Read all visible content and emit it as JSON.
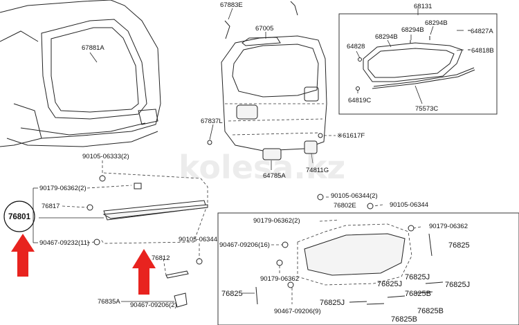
{
  "labels": {
    "weatherstrip_top": "67883E",
    "door_panel": "67005",
    "glass_box_header": "68131",
    "seal_opening": "67881A",
    "clip_64828": "64828",
    "clip_68294b_1": "68294B",
    "clip_68294b_2": "68294B",
    "clip_68294b_3": "68294B",
    "bolt_64827a": "64827A",
    "bolt_64818b": "64818B",
    "clip_64819c": "64819C",
    "molding_75573c": "75573C",
    "stopper_67837l": "67837L",
    "switch_61617f": "※61617F",
    "lamp_64785a": "64785A",
    "lamp_74811g": "74811G",
    "screw_90105_06333": "90105-06333(2)",
    "clip_90179_06362_a": "90179-06362(2)",
    "garnish_76801": "76801",
    "nut_76817": "76817",
    "clip_90467_09232": "90467-09232(11)",
    "screw_90105_06344_a": "90105-06344",
    "plate_76812": "76812",
    "bracket_76835a": "76835A",
    "clip_90467_09206_a": "90467-09206(2)",
    "screw_90105_06344_b": "90105-06344(2)",
    "garnish_76802e": "76802E",
    "screw_90105_06344_c": "90105-06344",
    "clip_90179_06362_b": "90179-06362(2)",
    "clip_90179_06362_c": "90179-06362",
    "clip_90467_09206_b": "90467-09206(16)",
    "clip_90179_06362_d": "90179-06362",
    "clip_90467_09206_c": "90467-09206(9)",
    "tape_76825_a": "76825",
    "tape_76825_b": "76825",
    "tape_76825j_a": "76825J",
    "tape_76825j_b": "76825J",
    "tape_76825j_c": "76825J",
    "tape_76825j_d": "76825J",
    "tape_76825b_a": "76825B",
    "tape_76825b_b": "76825B",
    "tape_76825b_c": "76825B"
  },
  "watermark": "kolesa.kz",
  "colors": {
    "arrow": "#e8231f",
    "line": "#222222",
    "box": "#333333"
  }
}
